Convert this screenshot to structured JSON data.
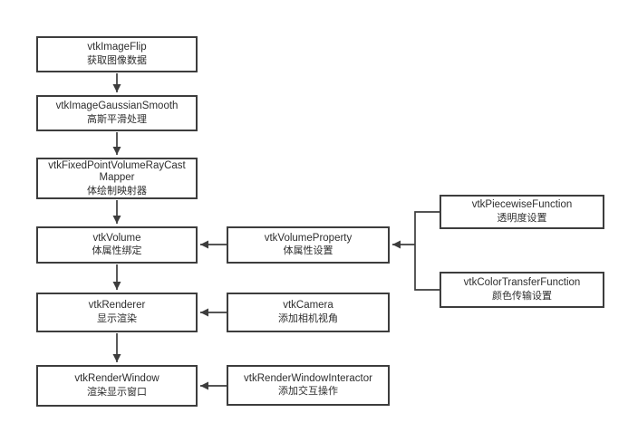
{
  "diagram": {
    "description_colors": {
      "background": "#ffffff",
      "box_border": "#3d3d3d",
      "arrow_line": "#3d3d3d",
      "text": "#2e2e2e"
    },
    "nodes": [
      {
        "title": "vtkImageFlip",
        "subtitle": "获取图像数据"
      },
      {
        "title": "vtkImageGaussianSmooth",
        "subtitle": "高斯平滑处理"
      },
      {
        "title": "vtkFixedPointVolumeRayCast\nMapper",
        "subtitle": "体绘制映射器"
      },
      {
        "title": "vtkVolume",
        "subtitle": "体属性绑定"
      },
      {
        "title": "vtkRenderer",
        "subtitle": "显示渲染"
      },
      {
        "title": "vtkRenderWindow",
        "subtitle": "渲染显示窗口"
      },
      {
        "title": "vtkVolumeProperty",
        "subtitle": "体属性设置"
      },
      {
        "title": "vtkCamera",
        "subtitle": "添加相机视角"
      },
      {
        "title": "vtkRenderWindowInteractor",
        "subtitle": "添加交互操作"
      },
      {
        "title": "vtkPiecewiseFunction",
        "subtitle": "透明度设置"
      },
      {
        "title": "vtkColorTransferFunction",
        "subtitle": "颜色传输设置"
      }
    ],
    "edges": [
      {
        "from": "vtkImageFlip",
        "to": "vtkImageGaussianSmooth"
      },
      {
        "from": "vtkImageGaussianSmooth",
        "to": "vtkFixedPointVolumeRayCastMapper"
      },
      {
        "from": "vtkFixedPointVolumeRayCastMapper",
        "to": "vtkVolume"
      },
      {
        "from": "vtkVolumeProperty",
        "to": "vtkVolume"
      },
      {
        "from": "vtkPiecewiseFunction",
        "to": "vtkVolumeProperty"
      },
      {
        "from": "vtkColorTransferFunction",
        "to": "vtkVolumeProperty"
      },
      {
        "from": "vtkVolume",
        "to": "vtkRenderer"
      },
      {
        "from": "vtkCamera",
        "to": "vtkRenderer"
      },
      {
        "from": "vtkRenderer",
        "to": "vtkRenderWindow"
      },
      {
        "from": "vtkRenderWindowInteractor",
        "to": "vtkRenderWindow"
      }
    ]
  }
}
